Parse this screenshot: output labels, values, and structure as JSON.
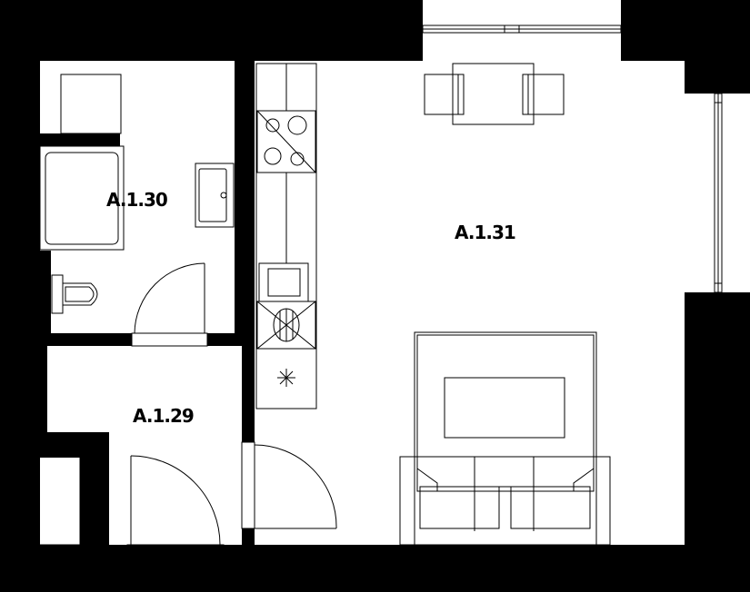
{
  "rooms": [
    {
      "id": "bathroom",
      "label": "A.1.30"
    },
    {
      "id": "living",
      "label": "A.1.31"
    },
    {
      "id": "hall",
      "label": "A.1.29"
    }
  ],
  "colors": {
    "wall": "#000000",
    "line": "#000000",
    "background": "#ffffff"
  }
}
